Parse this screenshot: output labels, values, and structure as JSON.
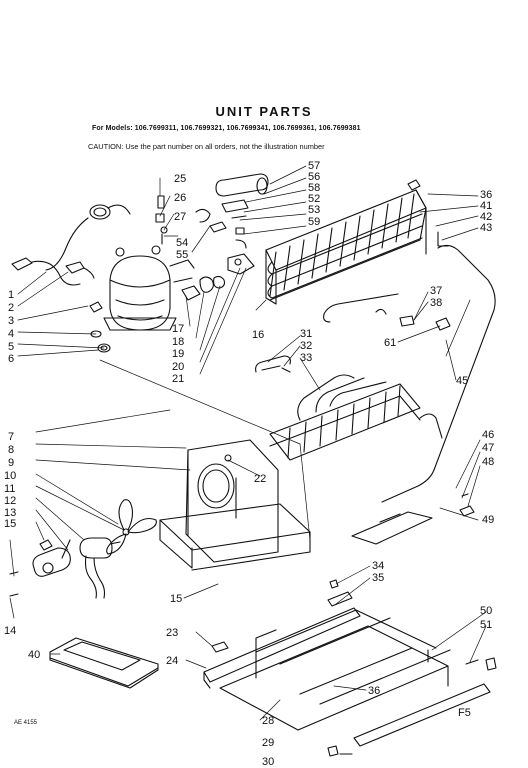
{
  "header": {
    "title": "UNIT PARTS",
    "models": "For Models: 106.7699311, 106.7699321, 106.7699341, 106.7699361, 106.7699381",
    "caution": "CAUTION: Use the part number on all orders, not the illustration number"
  },
  "figure_code": "AE 4155",
  "corner_label": "F5",
  "part_labels": [
    "1",
    "2",
    "3",
    "4",
    "5",
    "6",
    "7",
    "8",
    "9",
    "10",
    "11",
    "12",
    "13",
    "14",
    "15",
    "15",
    "16",
    "17",
    "18",
    "19",
    "20",
    "21",
    "22",
    "23",
    "24",
    "25",
    "26",
    "27",
    "28",
    "29",
    "30",
    "31",
    "32",
    "33",
    "34",
    "35",
    "36",
    "36",
    "37",
    "38",
    "40",
    "41",
    "42",
    "43",
    "45",
    "46",
    "47",
    "48",
    "49",
    "50",
    "51",
    "52",
    "53",
    "54",
    "55",
    "56",
    "57",
    "58",
    "59",
    "61"
  ]
}
